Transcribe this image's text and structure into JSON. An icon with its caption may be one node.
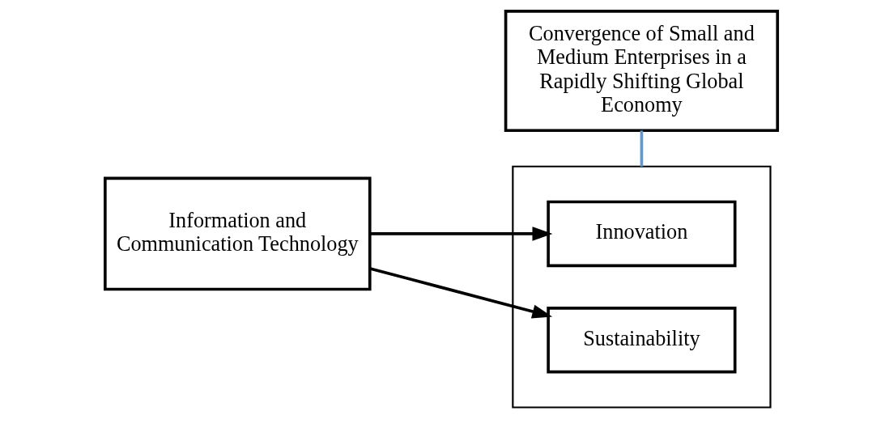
{
  "diagram": {
    "nodes": [
      {
        "text": [
          "Convergence of Small and Medium Enterprises in a Rapidly Shifting Global Economy"
        ]
      },
      {
        "text": [],
        "shape": "box"
      },
      {
        "text": [
          "Innovation"
        ],
        "in": 1
      },
      {
        "text": [
          "Sustainability"
        ],
        "in": 1
      },
      {
        "text": [
          "Information and Communication Technology"
        ]
      }
    ],
    "edges": [
      {
        "from": 0,
        "to": 1,
        "arrow": "none",
        "color": "#5b9bd5"
      },
      {
        "from": 4,
        "to": 2,
        "arrow": "to"
      },
      {
        "from": 4,
        "to": 3,
        "arrow": "to"
      }
    ]
  }
}
